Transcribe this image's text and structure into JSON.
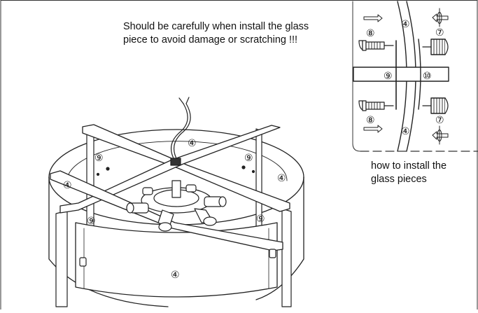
{
  "warning_note": {
    "line1": "Should be carefully when install the glass",
    "line2": "piece to avoid damage or scratching !!!"
  },
  "detail_caption": {
    "line1": "how to install the",
    "line2": "glass pieces"
  },
  "part_labels": {
    "glass_panel": "④",
    "bracket": "⑨",
    "screw": "⑧",
    "knob_nut": "⑦",
    "connector": "⑩"
  }
}
